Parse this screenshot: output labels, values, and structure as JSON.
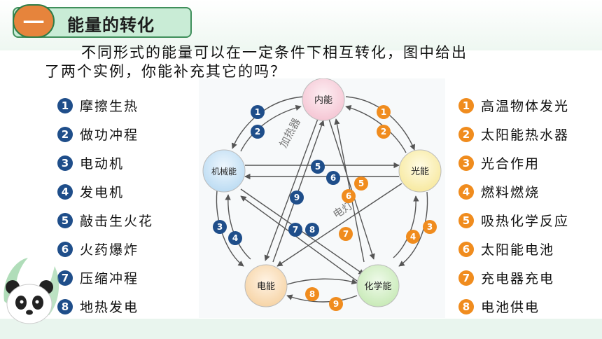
{
  "header": {
    "number": "一",
    "title": "能量的转化"
  },
  "intro": {
    "line1": "不同形式的能量可以在一定条件下相互转化，图中给出",
    "line2": "了两个实例，你能补充其它的吗？"
  },
  "left_list": [
    {
      "num": "1",
      "text": "摩擦生热"
    },
    {
      "num": "2",
      "text": "做功冲程"
    },
    {
      "num": "3",
      "text": "电动机"
    },
    {
      "num": "4",
      "text": "发电机"
    },
    {
      "num": "5",
      "text": "敲击生火花"
    },
    {
      "num": "6",
      "text": "火药爆炸"
    },
    {
      "num": "7",
      "text": "压缩冲程"
    },
    {
      "num": "8",
      "text": "地热发电"
    }
  ],
  "right_list": [
    {
      "num": "1",
      "text": "高温物体发光"
    },
    {
      "num": "2",
      "text": "太阳能热水器"
    },
    {
      "num": "3",
      "text": "光合作用"
    },
    {
      "num": "4",
      "text": "燃料燃烧"
    },
    {
      "num": "5",
      "text": "吸热化学反应"
    },
    {
      "num": "6",
      "text": "太阳能电池"
    },
    {
      "num": "7",
      "text": "充电器充电"
    },
    {
      "num": "8",
      "text": "电池供电"
    }
  ],
  "diagram": {
    "nodes": {
      "internal": "内能",
      "mechanical": "机械能",
      "light": "光能",
      "electric": "电能",
      "chemical": "化学能"
    },
    "labels": {
      "heater": "加热器",
      "lamp": "电灯"
    },
    "badges": {
      "b1": "1",
      "b2": "2",
      "b3": "3",
      "b4": "4",
      "b5": "5",
      "b6": "6",
      "b7": "7",
      "b8": "8",
      "b9": "9"
    }
  },
  "colors": {
    "blue_badge": "#1f4e8a",
    "orange_badge": "#f08c1e",
    "title_bg": "#c9ecd6",
    "title_number_bg": "#e6843c"
  }
}
